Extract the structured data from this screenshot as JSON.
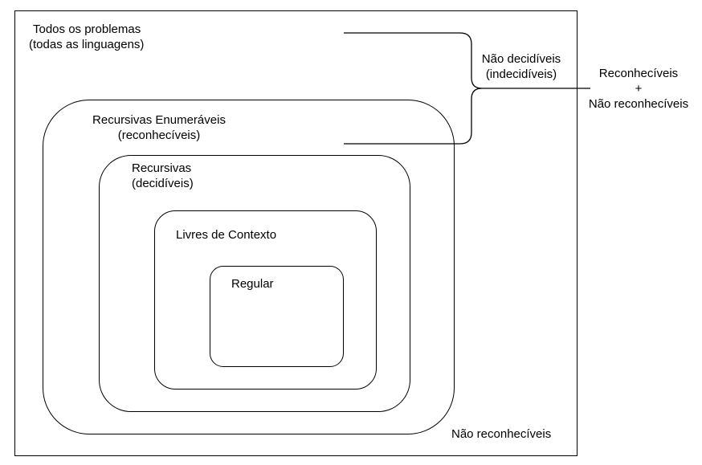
{
  "outer": {
    "title_line1": "Todos os problemas",
    "title_line2": "(todas as linguagens)",
    "footer": "Não reconhecíveis"
  },
  "re": {
    "line1": "Recursivas Enumeráveis",
    "line2": "(reconhecíveis)"
  },
  "recursive": {
    "line1": "Recursivas",
    "line2": "(decidíveis)"
  },
  "context_free": {
    "label": "Livres de Contexto"
  },
  "regular": {
    "label": "Regular"
  },
  "undecidable": {
    "line1": "Não decidíveis",
    "line2": "(indecidíveis)"
  },
  "union": {
    "line1": "Reconhecíveis",
    "line2": "+",
    "line3": "Não reconhecíveis"
  }
}
